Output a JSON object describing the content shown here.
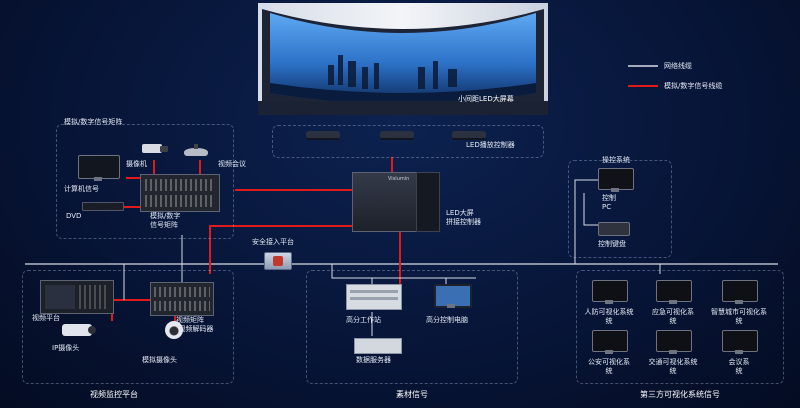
{
  "colors": {
    "network_line": "#d7dbe4",
    "signal_line": "#e01a1a",
    "background": "#061230"
  },
  "legend": {
    "network": "网络线缆",
    "signal": "模拟/数字信号线缆"
  },
  "led_wall": {
    "caption": "小间距LED大屏幕",
    "controller_label": "LED播放控制器"
  },
  "matrix_group": {
    "title": "模拟/数字信号矩阵",
    "camera": "摄像机",
    "video_conf": "视频会议",
    "computer_signal": "计算机信号",
    "dvd": "DVD",
    "matrix_label": "模拟/数字\n信号矩阵"
  },
  "splicer": {
    "brand": "Vislumin",
    "label": "LED大屏\n拼接控制器"
  },
  "control_system": {
    "title": "操控系统",
    "pc": "控制\nPC",
    "keyboard": "控制键盘"
  },
  "security_gateway": "安全接入平台",
  "video_platform": {
    "title": "视频监控平台",
    "video_platform_device": "视频平台",
    "ip_camera": "IP摄像头",
    "decoder": "视频矩阵\n/视频解码器",
    "analog_camera": "模拟摄像头"
  },
  "material": {
    "title": "素材信号",
    "workstation": "高分工作站",
    "control_pc": "高分控制电脑",
    "db_server": "数据服务器"
  },
  "third_party": {
    "title": "第三方可视化系统信号",
    "systems": [
      "人防可视化系统\n统",
      "应急可视化系\n统",
      "智慧城市可视化系\n统",
      "公安可视化系\n统",
      "交通可视化系统\n统",
      "会议系\n统"
    ]
  }
}
